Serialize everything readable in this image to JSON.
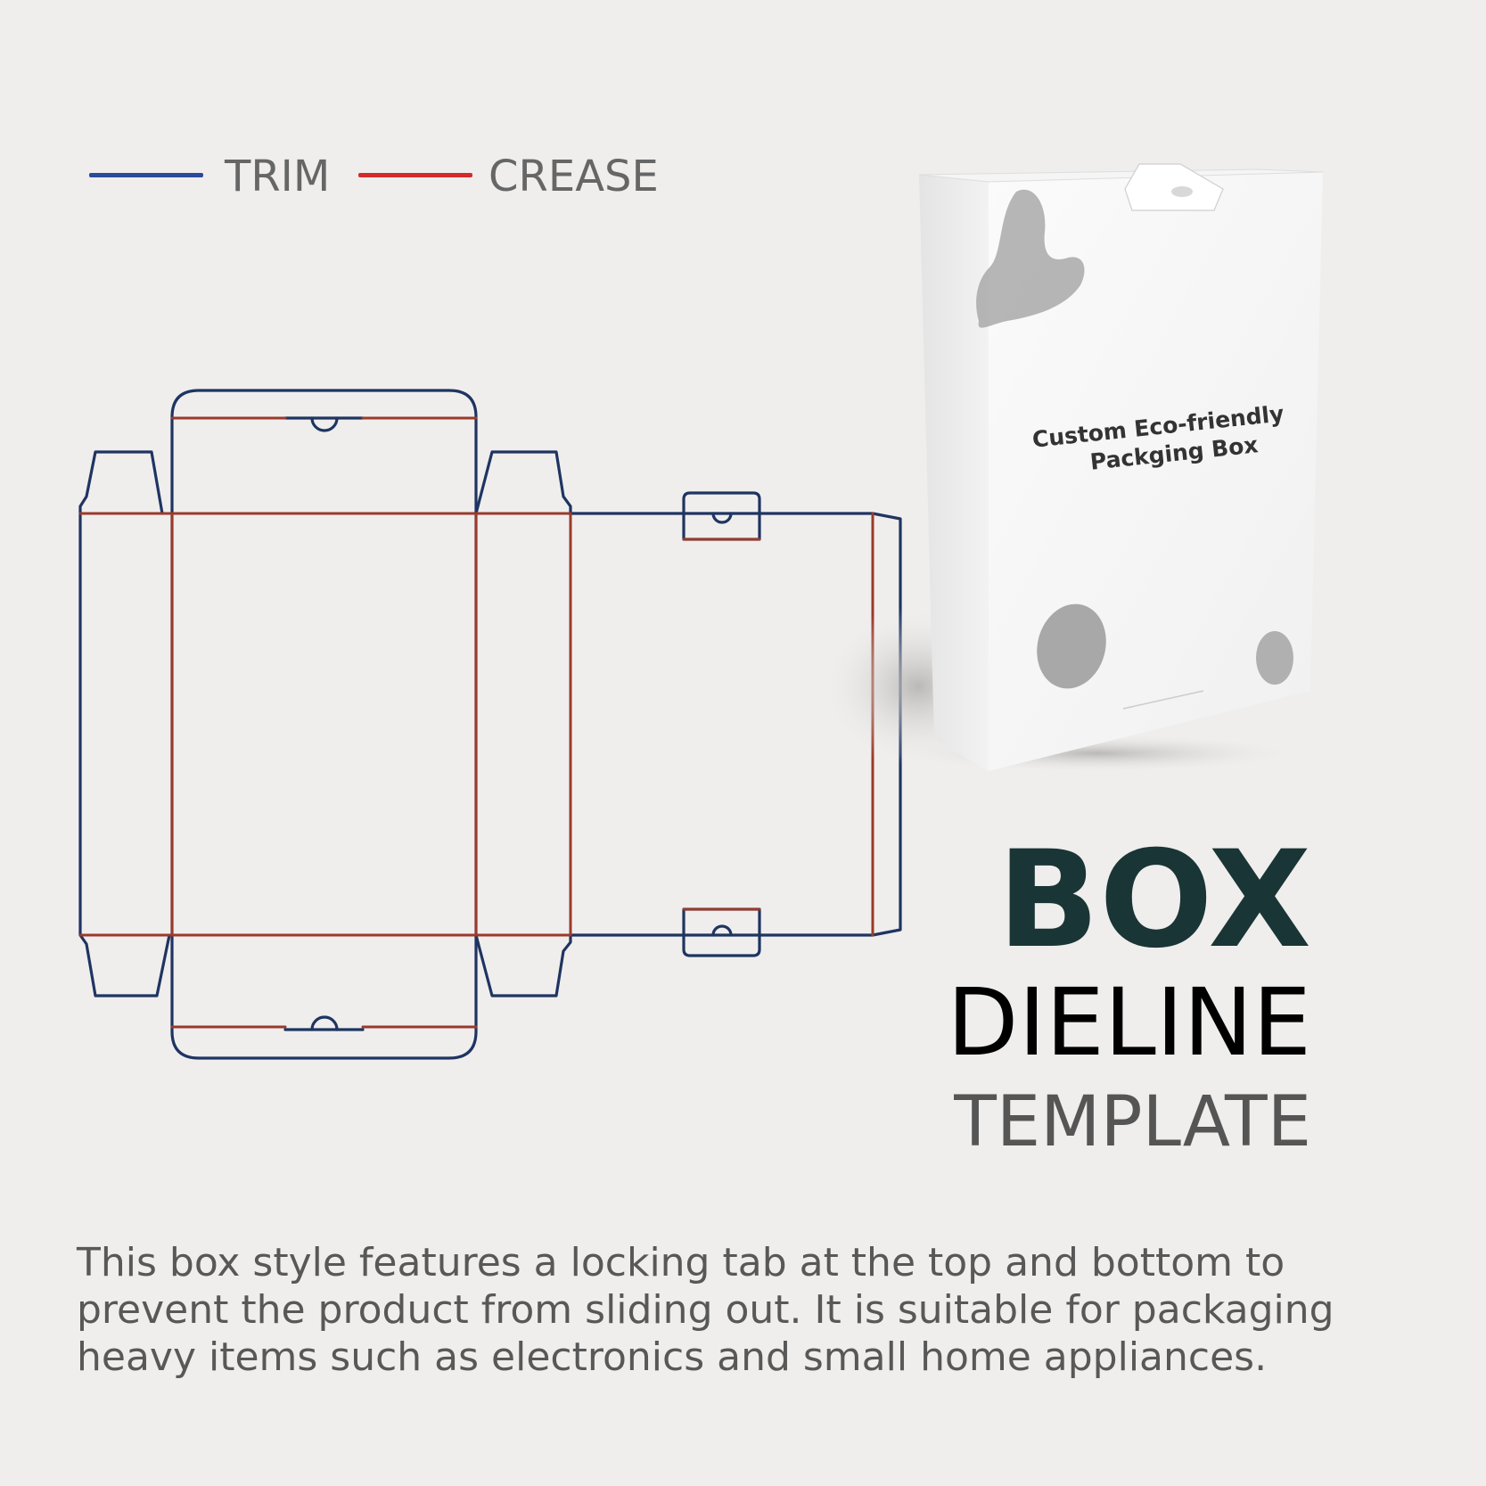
{
  "legend": {
    "trim": {
      "label": "TRIM",
      "color": "#2a4a9a"
    },
    "crease": {
      "label": "CREASE",
      "color": "#d42a2a"
    }
  },
  "dieline": {
    "trim_color": "#1f3461",
    "crease_color": "#9b3a2a"
  },
  "box_mockup": {
    "line1": "Custom Eco-friendly",
    "line2": "Packging Box"
  },
  "title": {
    "line1": "BOX",
    "line2": "DIELINE",
    "line3": "TEMPLATE"
  },
  "description": "This box style features a locking tab at the top and bottom to prevent the product from sliding out. It is suitable for packaging heavy items such as electronics and small home appliances."
}
